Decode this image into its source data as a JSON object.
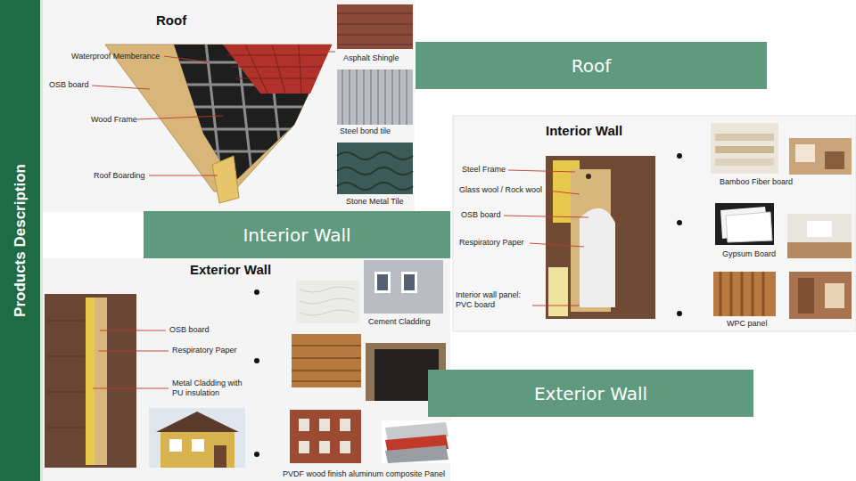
{
  "diagram": {
    "nodes": [
      {
        "text": [
          "Products Description"
        ]
      },
      {
        "text": [
          "Roof"
        ]
      },
      {
        "text": [
          "Interior Wall"
        ]
      },
      {
        "text": [
          "Exterior Wall"
        ]
      },
      {
        "text": [
          "Roof"
        ]
      },
      {
        "text": [
          "Interior Wall"
        ]
      },
      {
        "text": [
          "Exterior Wall"
        ]
      }
    ],
    "labels": [
      "Waterproof Memberance",
      "OSB board",
      "Wood Frame",
      "Roof Boarding",
      "Asphalt Shingle",
      "Steel bond tile",
      "Stone Metal Tile",
      "Steel Frame",
      "Glass wool / Rock wool",
      "OSB board",
      "Respiratory Paper",
      "Interior wall panel: PVC board",
      "Bamboo Fiber board",
      "Gypsum Board",
      "WPC panel",
      "OSB board",
      "Respiratory Paper",
      "Metal Cladding with PU insulation",
      "Cement Cladding",
      "PVDF wood finish aluminum composite Panel"
    ]
  }
}
